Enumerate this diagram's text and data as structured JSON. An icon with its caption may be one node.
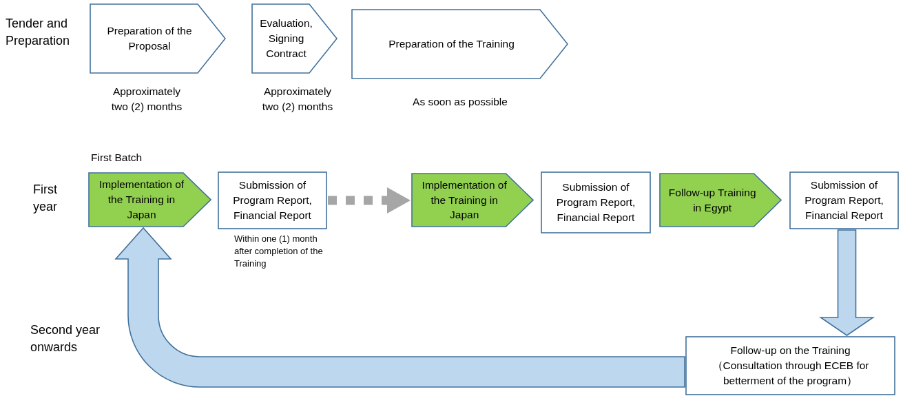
{
  "diagram": {
    "nodes": [
      {
        "text": [
          "Preparation of the Proposal"
        ],
        "beside": [
          "Approximately two (2) months"
        ]
      },
      {
        "text": [
          "Evaluation, Signing Contract"
        ],
        "beside": [
          "Approximately two (2) months"
        ]
      },
      {
        "text": [
          "Preparation of the Training"
        ],
        "beside": [
          "As soon as possible"
        ]
      },
      {
        "text": [
          "Implementation of the Training in Japan"
        ],
        "beside": [
          "First Batch"
        ]
      },
      {
        "text": [
          "Submission of Program Report, Financial Report"
        ],
        "beside": [
          "Within one (1) month after completion of the Training"
        ]
      },
      {
        "text": [
          "Implementation of the Training in Japan"
        ]
      },
      {
        "text": [
          "Submission of Program Report, Financial Report"
        ]
      },
      {
        "text": [
          "Follow-up Training in Egypt"
        ]
      },
      {
        "text": [
          "Submission of Program Report, Financial Report"
        ]
      },
      {
        "text": [
          "Follow-up on the Training",
          "（Consultation through ECEB for betterment of the program）"
        ]
      }
    ],
    "edges": [
      {
        "from": 4,
        "to": 5,
        "arrow": "to",
        "style": "dashed",
        "color": "#a6a6a6"
      },
      {
        "from": 8,
        "to": 9,
        "arrow": "to"
      },
      {
        "from": 9,
        "to": 3,
        "arrow": "to"
      }
    ],
    "labels": [
      "Tender and Preparation",
      "First year",
      "Second year onwards"
    ]
  }
}
